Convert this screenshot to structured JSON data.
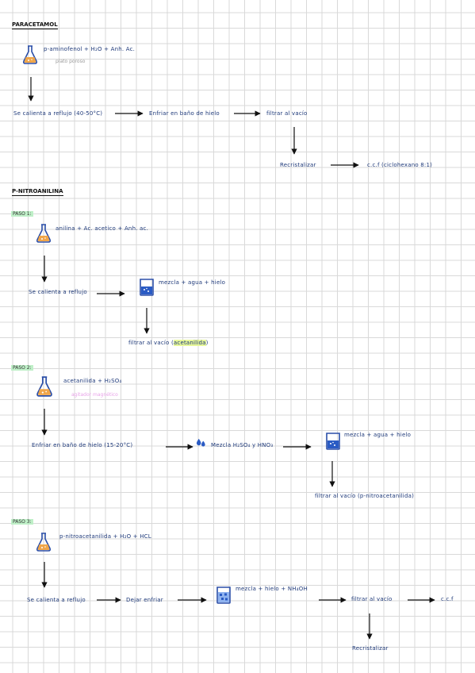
{
  "section1": {
    "title": "PARACETAMOL",
    "reagents": "p-aminofenol + H₂O + Anh. Ac.",
    "reagents_note": "plato poroso",
    "reflux": "Se calienta a reflujo (40-50°C)",
    "cool": "Enfriar en baño de hielo",
    "filter": "filtrar al vacío",
    "recrystallize": "Recristalizar",
    "tlc": "c.c.f (ciclohexano 8:1)"
  },
  "section2": {
    "title": "P-NITROANILINA",
    "paso1": {
      "label": "PASO 1:",
      "reagents": "anilina + Ac. acetico + Anh. ac.",
      "reflux": "Se calienta a reflujo",
      "mix": "mezcla + agua + hielo",
      "filter_prefix": "filtrar al vacío (",
      "filter_product": "acetanilida",
      "filter_suffix": ")"
    },
    "paso2": {
      "label": "PASO 2:",
      "reagents": "acetanilida + H₂SO₄",
      "reagents_note": "agitador magnético",
      "cool": "Enfriar en baño de hielo (15-20°C)",
      "acid_mix": "Mezcla H₂SO₄ y HNO₃",
      "mix": "mezcla + agua + hielo",
      "filter": "filtrar al vacío (p-nitroacetanilida)"
    },
    "paso3": {
      "label": "PASO 3:",
      "reagents": "p-nitroacetanilida + H₂O + HCL",
      "reflux": "Se calienta a reflujo",
      "let_cool": "Dejar enfriar",
      "mix": "mezcla + hielo + NH₄OH",
      "filter": "filtrar al vacío",
      "tlc": "c.c.f",
      "recrystallize": "Recristalizar"
    }
  },
  "colors": {
    "ink": "#1f3a7a",
    "flask_fill": "#f0a64a",
    "beaker_fill": "#2a5bc4",
    "highlight_green": "#bff0c8",
    "highlight_yellow": "#e7f79a",
    "note_pink": "#e8a3e8"
  }
}
